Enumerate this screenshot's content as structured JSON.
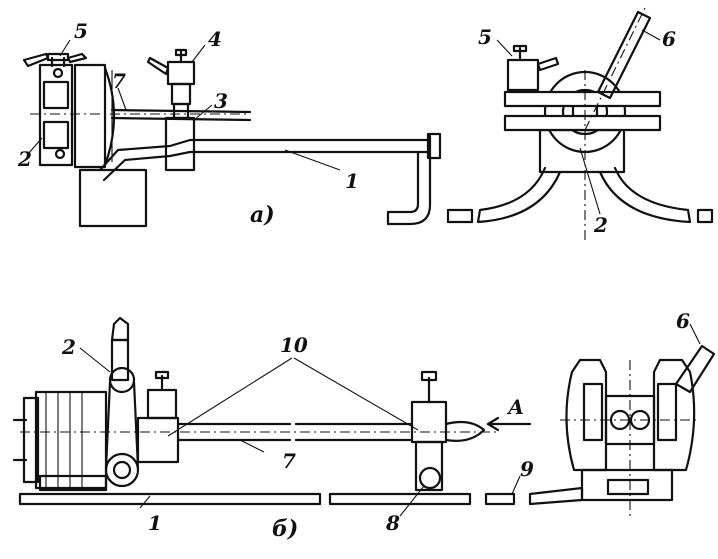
{
  "figure": {
    "view_a": {
      "caption": "а)",
      "labels": [
        "1",
        "2",
        "3",
        "4",
        "5",
        "7"
      ],
      "side_labels": [
        "5",
        "6",
        "2"
      ]
    },
    "view_b": {
      "caption": "б)",
      "labels": [
        "1",
        "2",
        "7",
        "8",
        "10"
      ],
      "arrow_label": "А",
      "side_labels": [
        "6",
        "9"
      ]
    }
  }
}
